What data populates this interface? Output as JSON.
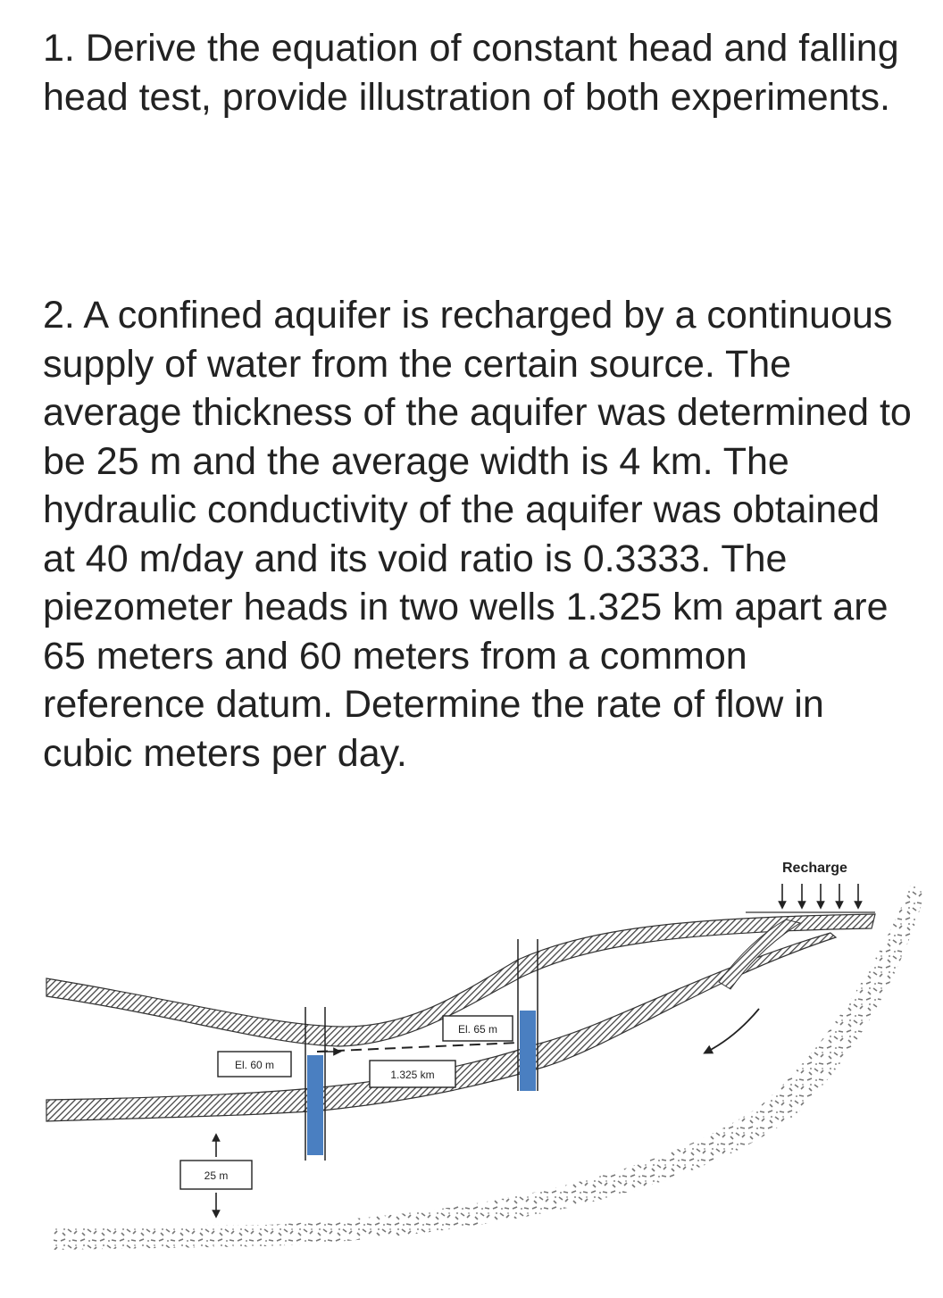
{
  "question1": "1. Derive the equation of constant head and falling head test, provide illustration of both experiments.",
  "question2": "2. A confined aquifer is recharged by a continuous supply of water from the certain source. The average thickness of the aquifer was determined to be 25 m and the average width is 4 km. The hydraulic conductivity of the aquifer was obtained at 40 m/day and its void ratio is 0.3333. The piezometer heads in two wells 1.325 km apart are 65 meters and 60 meters from a common reference datum. Determine the rate of flow in cubic meters per day.",
  "figure": {
    "recharge_label": "Recharge",
    "label_el60": "El. 60 m",
    "label_el65": "El. 65 m",
    "label_distance": "1.325 km",
    "label_thickness": "25 m"
  },
  "colors": {
    "text": "#222222",
    "well_water": "#4a7fc1",
    "hatch": "#444444"
  }
}
